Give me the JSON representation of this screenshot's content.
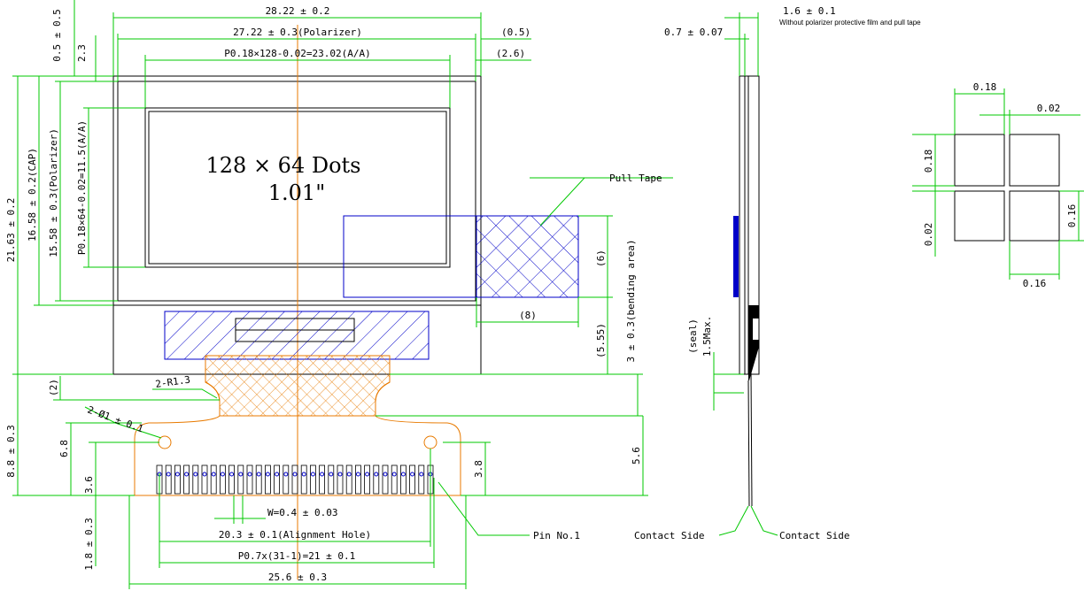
{
  "front": {
    "width_total": "28.22 ± 0.2",
    "polarizer_width": "27.22 ± 0.3(Polarizer)",
    "aa_width": "P0.18×128-0.02=23.02(A/A)",
    "offset_right_1": "(0.5)",
    "offset_right_2": "(2.6)",
    "top_offset": "0.5 ± 0.5",
    "top_offset_2": "2.3",
    "height_total": "21.63 ± 0.2",
    "cap_height": "16.58 ± 0.2(CAP)",
    "polarizer_height": "15.58 ± 0.3(Polarizer)",
    "aa_height": "P0.18×64-0.02=11.5(A/A)",
    "dots": "128 × 64 Dots",
    "size": "1.01\"",
    "pull_tape": "Pull Tape",
    "tape_h": "(6)",
    "tape_w": "(8)",
    "bend_1": "(5.55)",
    "bend_2": "3 ± 0.3(bending area)",
    "fpc_2": "(2)",
    "radius": "2-R1.3",
    "hole": "2-Ø1 ± 0.1",
    "fpc_height": "8.8 ± 0.3",
    "h_68": "6.8",
    "h_36": "3.6",
    "h_38": "3.8",
    "h_56": "5.6",
    "h_18": "1.8 ± 0.3",
    "pin_w": "W=0.4 ± 0.03",
    "align_hole": "20.3 ± 0.1(Alignment Hole)",
    "pitch": "P0.7x(31-1)=21 ± 0.1",
    "fpc_width": "25.6 ± 0.3",
    "pin1": "Pin No.1"
  },
  "side": {
    "thick": "1.6 ± 0.1",
    "note": "Without polarizer protective film and pull tape",
    "glass": "0.7 ± 0.07",
    "seal": "(seal)",
    "seal_max": "1.5Max.",
    "contact_left": "Contact Side",
    "contact_right": "Contact Side"
  },
  "pixel": {
    "w1": "0.18",
    "gap1": "0.02",
    "h1": "0.18",
    "gap2": "0.02",
    "h2": "0.16",
    "w2": "0.16"
  },
  "colors": {
    "dim": "#00c800",
    "fpc": "#e87a00",
    "tape": "#0000c8"
  }
}
